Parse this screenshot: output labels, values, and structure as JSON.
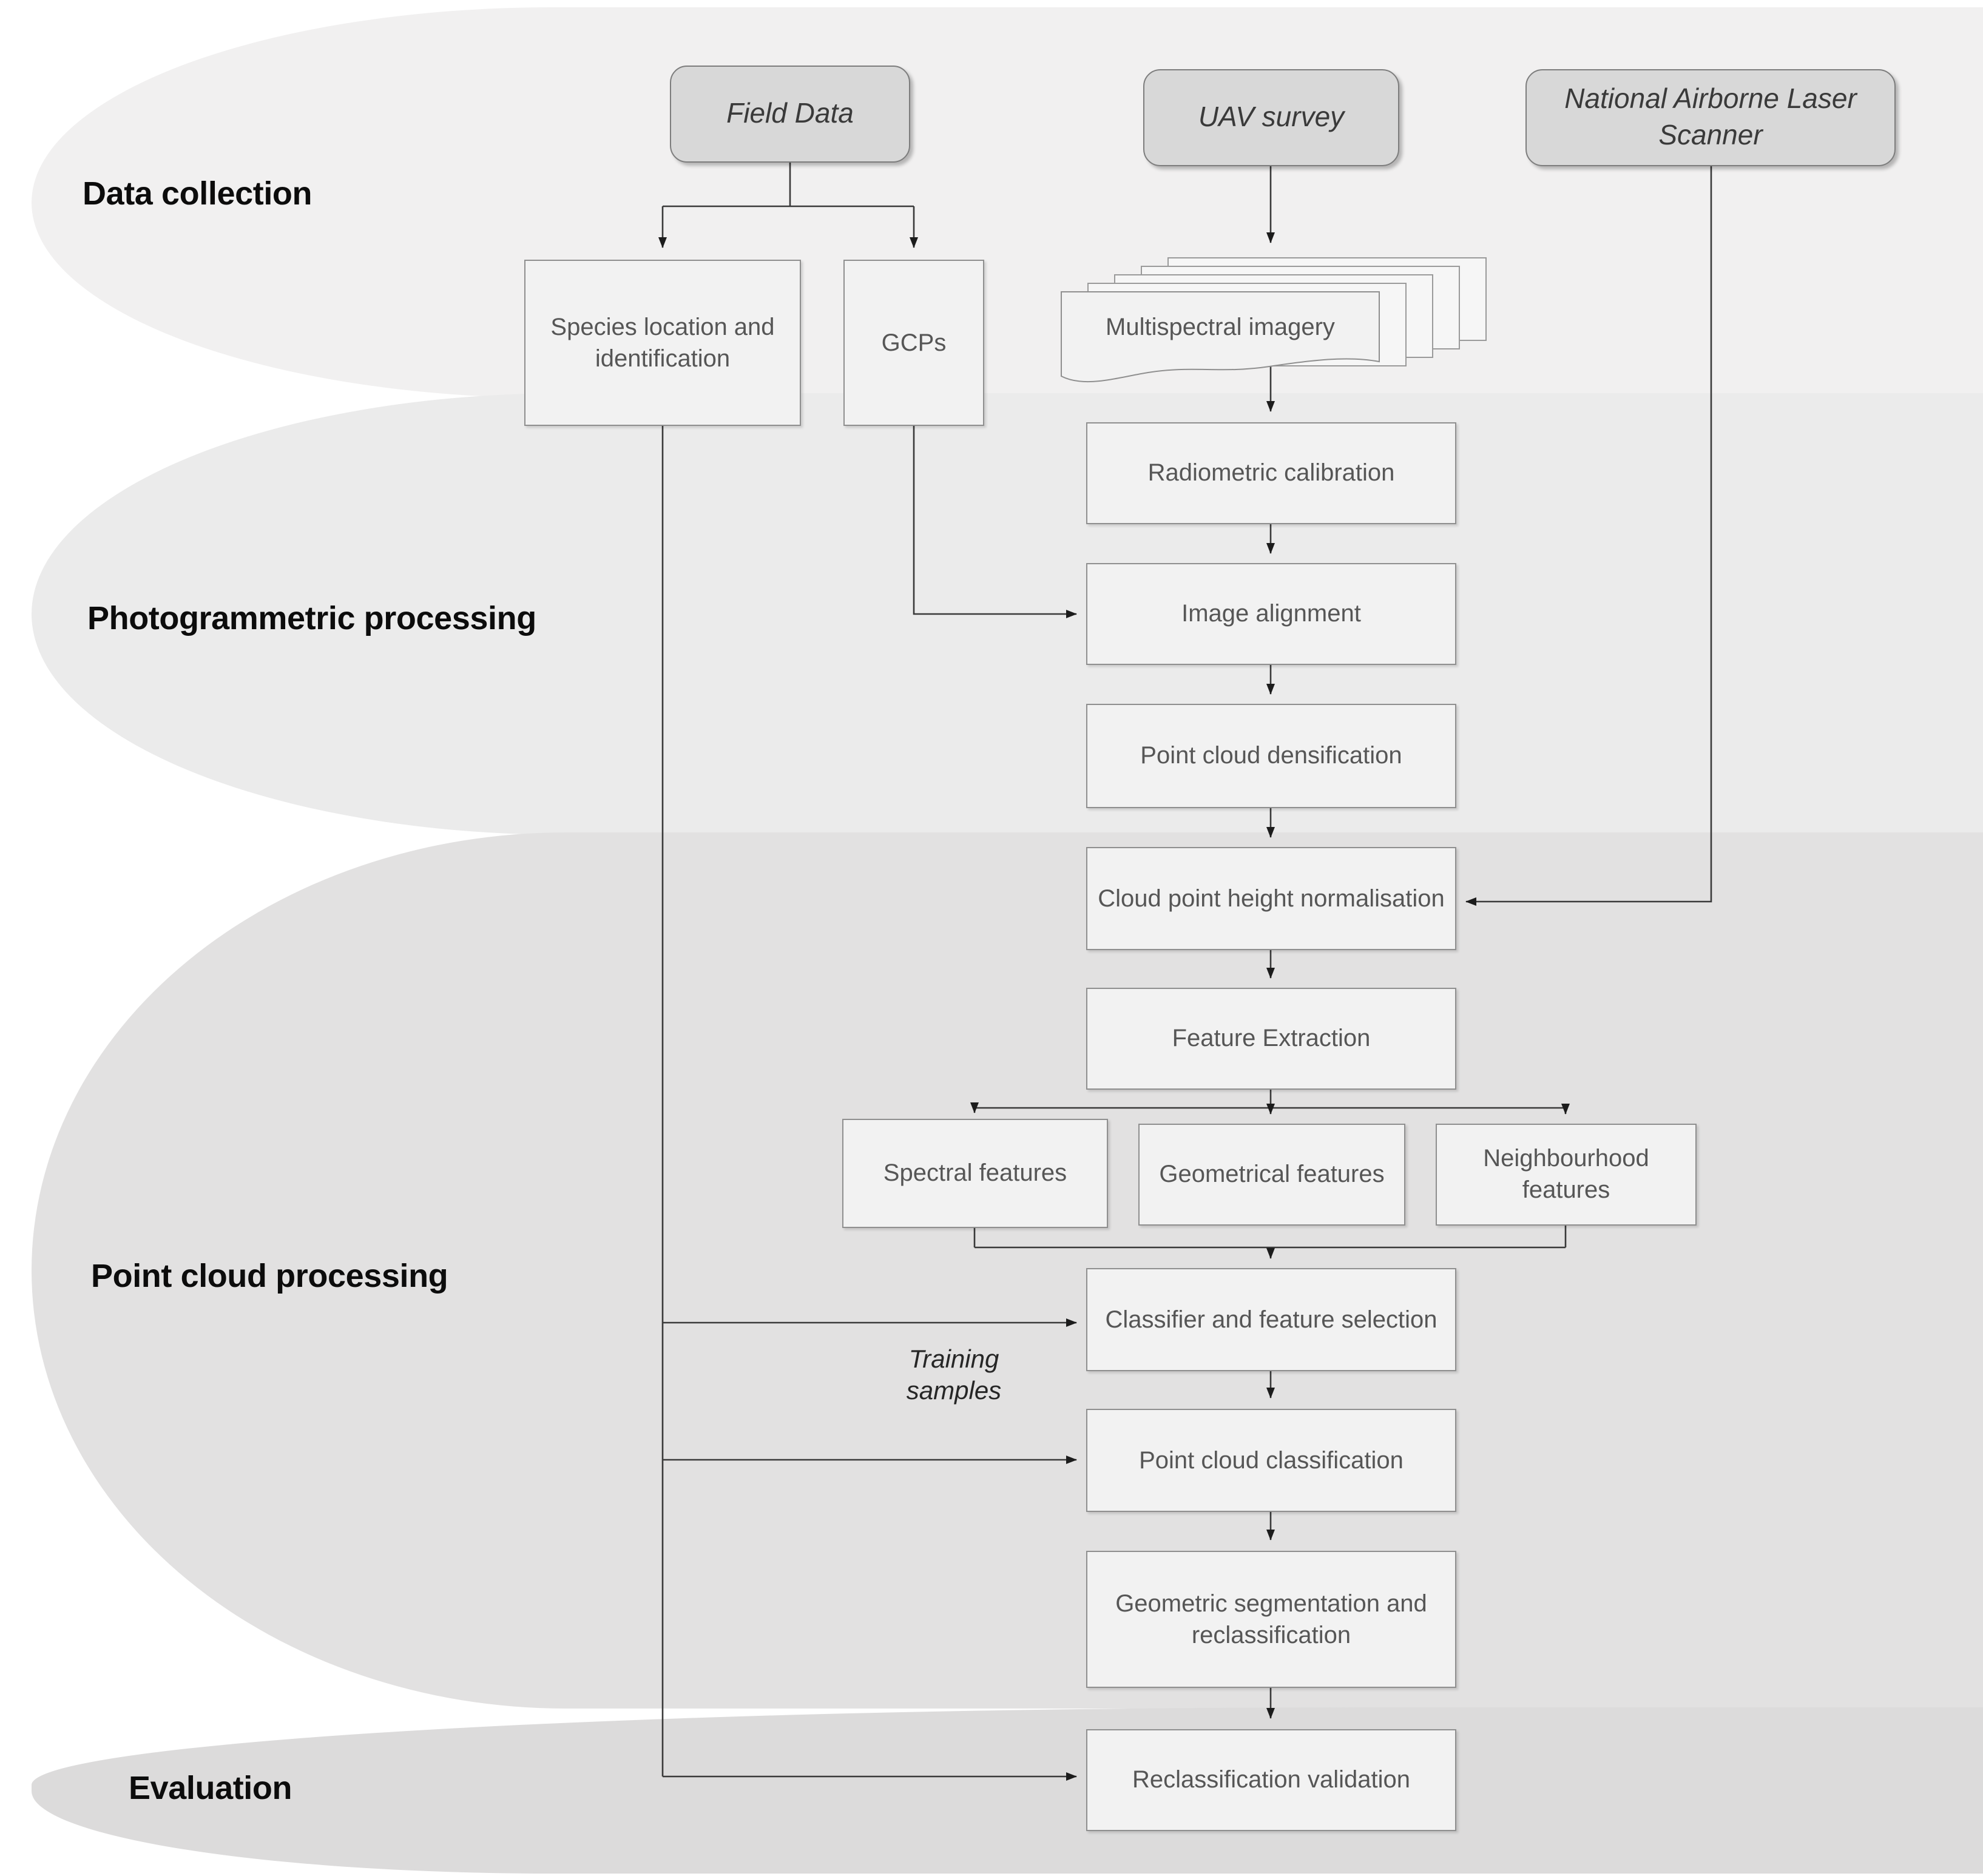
{
  "phases": {
    "data_collection": {
      "label": "Data collection"
    },
    "photogrammetric": {
      "label": "Photogrammetric processing"
    },
    "point_cloud": {
      "label": "Point cloud processing"
    },
    "evaluation": {
      "label": "Evaluation"
    }
  },
  "sources": {
    "field_data": {
      "label": "Field Data"
    },
    "uav_survey": {
      "label": "UAV survey"
    },
    "airborne_laser": {
      "label": "National Airborne Laser Scanner"
    }
  },
  "nodes": {
    "species": {
      "label": "Species location and identification"
    },
    "gcps": {
      "label": "GCPs"
    },
    "multispectral": {
      "label": "Multispectral imagery"
    },
    "radiometric": {
      "label": "Radiometric calibration"
    },
    "image_alignment": {
      "label": "Image alignment"
    },
    "densification": {
      "label": "Point cloud densification"
    },
    "height_normalisation": {
      "label": "Cloud point height normalisation"
    },
    "feature_extraction": {
      "label": "Feature Extraction"
    },
    "spectral": {
      "label": "Spectral features"
    },
    "geometrical": {
      "label": "Geometrical features"
    },
    "neighbourhood": {
      "label": "Neighbourhood features"
    },
    "classifier_selection": {
      "label": "Classifier and feature selection"
    },
    "classification": {
      "label": "Point cloud classification"
    },
    "segmentation": {
      "label": "Geometric segmentation and reclassification"
    },
    "validation": {
      "label": "Reclassification validation"
    }
  },
  "annotations": {
    "training_samples": {
      "label": "Training samples"
    }
  },
  "colors": {
    "band_data_collection": "#f1f0f0",
    "band_photogrammetric": "#ebebeb",
    "band_point_cloud": "#e2e1e1",
    "band_evaluation": "#dcdbdb",
    "source_box_fill": "#d8d8d8",
    "source_box_border": "#7d7d7d",
    "process_box_fill": "#f2f2f2",
    "process_box_border": "#8f8f8f",
    "box_text": "#565656",
    "phase_text": "#0c0c0c",
    "connector": "#3a3a3a"
  }
}
